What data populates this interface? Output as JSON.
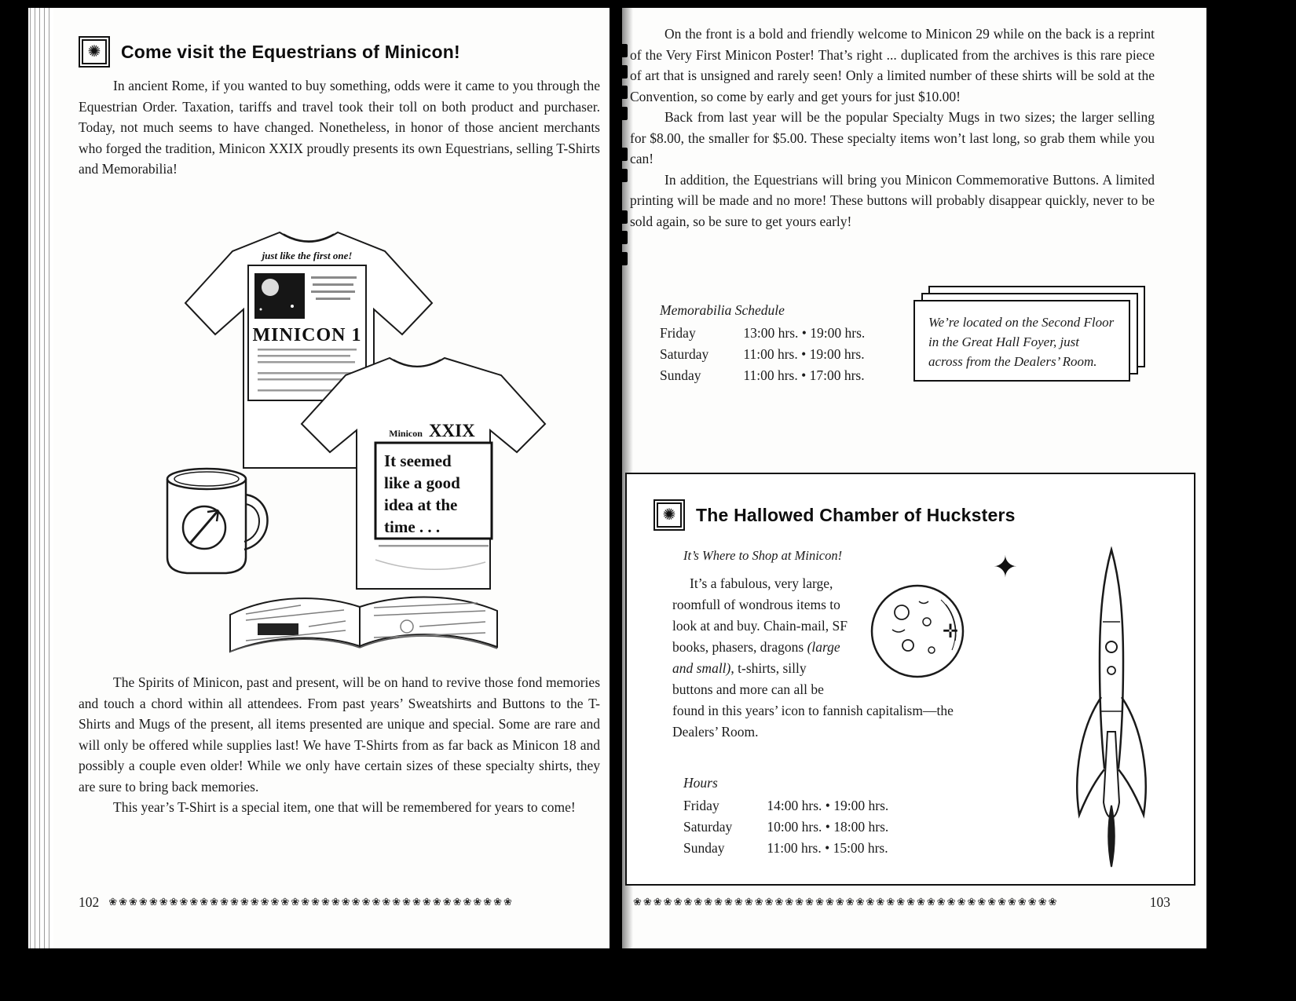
{
  "icons": {
    "medallion": "✺",
    "sparkle": "✦",
    "cross_sparkle": "✛"
  },
  "left_page": {
    "number": "102",
    "ornaments": "❀❀❀❀❀❀❀❀❀❀❀❀❀❀❀❀❀❀❀❀❀❀❀❀❀❀❀❀❀❀❀❀❀❀❀❀❀❀❀❀",
    "heading": "Come visit the Equestrians of Minicon!",
    "para1": "In ancient Rome, if you wanted to buy something, odds were it came to you through the Equestrian Order. Taxation, tariffs and travel took their toll on both product and purchaser. Today, not much seems to have changed. Nonetheless, in honor of those ancient merchants who forged the tradition, Minicon XXIX proudly presents its own Equestrians, selling T-Shirts and Memorabilia!",
    "illustration": {
      "caption": "just like the first one!",
      "poster_title": "MINICON 1",
      "brand_small": "Minicon",
      "brand_large": "XXIX",
      "front_lines": [
        "It seemed",
        "like a good",
        "idea at the",
        "time . . ."
      ]
    },
    "para2": "The Spirits of Minicon, past and present, will be on hand to revive those fond memories and touch a chord within all attendees. From past years’ Sweatshirts and Buttons to the T-Shirts and Mugs of the present, all items presented are unique and special. Some are rare and will only be offered while supplies last! We have T-Shirts from as far back as Minicon 18 and possibly a couple even older! While we only have certain sizes of these specialty shirts, they are sure to bring back memories.",
    "para3": "This year’s T-Shirt is a special item, one that will be remembered for years to come!"
  },
  "right_page": {
    "number": "103",
    "ornaments": "❀❀❀❀❀❀❀❀❀❀❀❀❀❀❀❀❀❀❀❀❀❀❀❀❀❀❀❀❀❀❀❀❀❀❀❀❀❀❀❀❀❀",
    "para1": "On the front is a bold and friendly welcome to Minicon 29 while on the back is a reprint of the Very First Minicon Poster! That’s right ... duplicated from the archives is this rare piece of art that is unsigned and rarely seen! Only a limited number of these shirts will be sold at the Convention, so come by early and get yours for just $10.00!",
    "para2": "Back from last year will be the popular Specialty Mugs in two sizes; the larger selling for $8.00, the smaller for $5.00.  These specialty items won’t last long, so grab them while you can!",
    "para3": "In addition, the Equestrians will bring you Minicon Commemorative Buttons. A limited printing will be made and no more! These buttons will probably disappear quickly, never to be sold again, so be sure to get yours early!",
    "schedule": {
      "title": "Memorabilia Schedule",
      "rows": [
        {
          "day": "Friday",
          "times": "13:00 hrs. • 19:00 hrs."
        },
        {
          "day": "Saturday",
          "times": "11:00 hrs. • 19:00 hrs."
        },
        {
          "day": "Sunday",
          "times": "11:00 hrs. • 17:00 hrs."
        }
      ]
    },
    "location_note": "We’re located on the Second Floor in the Great Hall Foyer, just across from the Dealers’ Room.",
    "hucksters": {
      "heading": "The Hallowed Chamber of Hucksters",
      "subheading": "It’s Where to Shop at Minicon!",
      "body_pre": "It’s a fabulous, very large, roomfull of wondrous items to look at and buy. Chain-mail, SF books, phasers, dragons ",
      "body_italic": "(large and small)",
      "body_post": ", t-shirts, silly buttons and more can all be found in this years’ icon to fannish capitalism—the Dealers’ Room.",
      "hours_title": "Hours",
      "hours": [
        {
          "day": "Friday",
          "times": "14:00 hrs. • 19:00 hrs."
        },
        {
          "day": "Saturday",
          "times": "10:00 hrs. • 18:00 hrs."
        },
        {
          "day": "Sunday",
          "times": "11:00 hrs. • 15:00 hrs."
        }
      ]
    }
  }
}
